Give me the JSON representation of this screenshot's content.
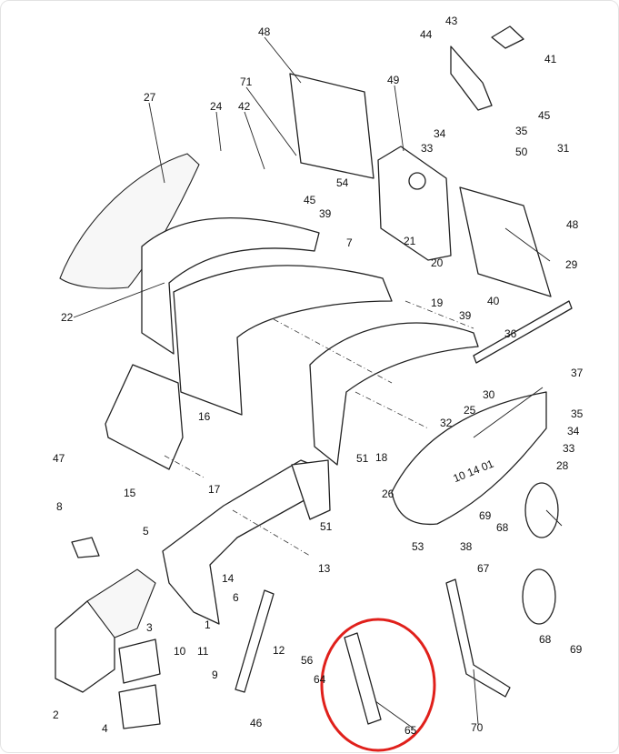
{
  "diagram": {
    "highlight_color": "#e0201b",
    "labels": [
      "48",
      "71",
      "24",
      "42",
      "27",
      "43",
      "44",
      "41",
      "49",
      "45",
      "34",
      "35",
      "33",
      "50",
      "31",
      "54",
      "39",
      "7",
      "21",
      "20",
      "19",
      "40",
      "22",
      "16",
      "36",
      "29",
      "37",
      "30",
      "25",
      "32",
      "18",
      "26",
      "28",
      "47",
      "17",
      "15",
      "51",
      "53",
      "8",
      "5",
      "14",
      "13",
      "6",
      "1",
      "2",
      "3",
      "10",
      "11",
      "9",
      "4",
      "12",
      "56",
      "64",
      "65",
      "46",
      "70",
      "69",
      "68",
      "67",
      "38"
    ]
  }
}
